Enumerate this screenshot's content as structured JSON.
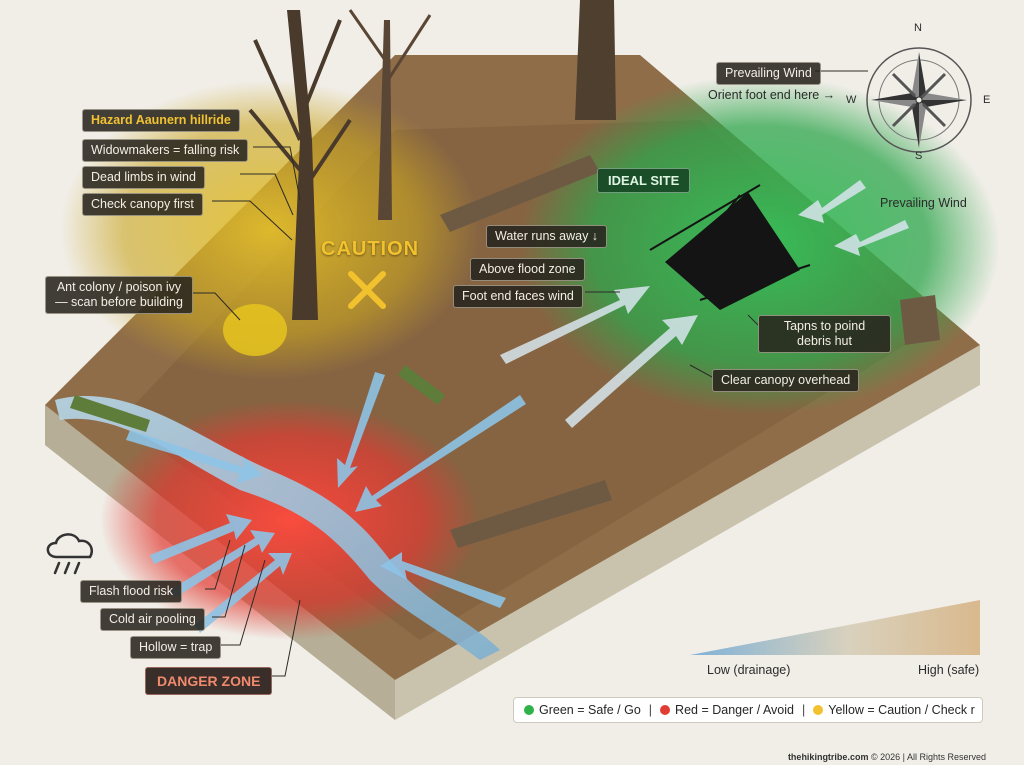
{
  "labels": {
    "hazard_title": "Hazard Aaunern hillride",
    "widowmakers": "Widowmakers = falling risk",
    "dead_limbs": "Dead limbs in wind",
    "check_canopy": "Check canopy first",
    "ant_colony": "Ant colony / poison ivy — scan before building",
    "caution": "CAUTION",
    "ideal_site": "IDEAL SITE",
    "water_runs_away": "Water runs away ↓",
    "above_flood_zone": "Above flood zone",
    "foot_end_faces_wind": "Foot end faces wind",
    "tapns_to_poind": "Tapns to poind debris hut",
    "clear_canopy": "Clear canopy overhead",
    "prevailing_wind_box": "Prevailing Wind",
    "orient_foot_end": "Orient foot end here →",
    "prevailing_wind_right": "Prevailing Wind",
    "flash_flood": "Flash flood risk",
    "cold_air": "Cold air pooling",
    "hollow_trap": "Hollow = trap",
    "danger_zone": "DANGER ZONE"
  },
  "compass": {
    "n": "N",
    "s": "S",
    "e": "E",
    "w": "W"
  },
  "gradient": {
    "low": "Low (drainage)",
    "high": "High (safe)"
  },
  "legend": {
    "green": "Green = Safe / Go",
    "red": "Red = Danger / Avoid",
    "yellow": "Yellow = Caution / Check r",
    "separator": "|"
  },
  "footer": {
    "site": "thehikingtribe.com",
    "rest": "© 2026 | All Rights Reserved"
  },
  "colors": {
    "safe": "#2fb24a",
    "danger": "#e23d35",
    "caution": "#f2c12e"
  },
  "icons": [
    "compass-rose-icon",
    "rain-cloud-icon",
    "wind-arrow-icon",
    "caution-x-icon"
  ]
}
